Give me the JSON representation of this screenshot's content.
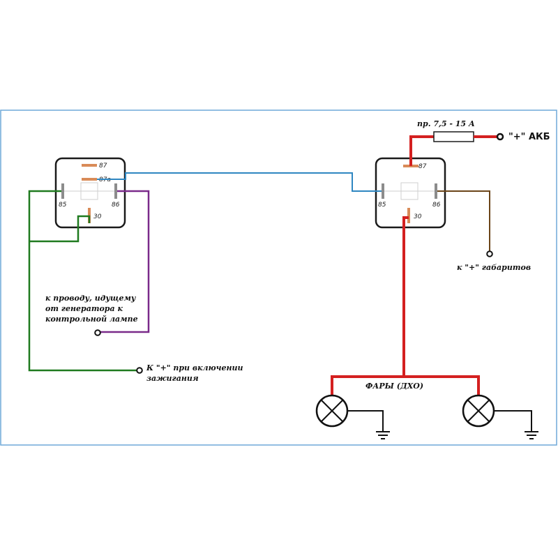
{
  "relay_left": {
    "pins": {
      "p87": "87",
      "p87a": "87a",
      "p85": "85",
      "p86": "86",
      "p30": "30"
    }
  },
  "relay_right": {
    "pins": {
      "p87": "87",
      "p85": "85",
      "p86": "86",
      "p30": "30"
    }
  },
  "labels": {
    "fuse": "пр. 7,5 - 15 А",
    "battery": "\"+\" АКБ",
    "marker_lights": "к \"+\" габаритов",
    "generator_line1": "к проводу, идущему",
    "generator_line2": "от генератора к",
    "generator_line3": "контрольной лампе",
    "ignition_line1": "К \"+\" при включении",
    "ignition_line2": "зажигания",
    "headlights": "ФАРЫ (ДХО)"
  },
  "colors": {
    "frame": "#6fa8d8",
    "relay_body": "#1a1a1a",
    "contact": "#d98b58",
    "coil_pin": "#8c8c8c",
    "green_wire": "#1f7a1f",
    "purple_wire": "#7a2a8a",
    "blue_wire": "#2e86c1",
    "red_wire": "#d42020",
    "brown_wire": "#6b4418",
    "black_wire": "#111111"
  }
}
